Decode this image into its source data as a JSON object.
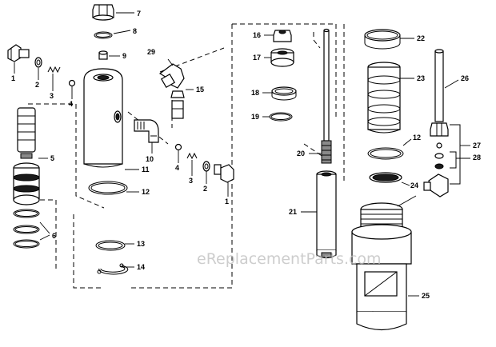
{
  "watermark": "eReplacementParts.com",
  "labels": {
    "n1a": "1",
    "n2a": "2",
    "n3a": "3",
    "n4a": "4",
    "n5": "5",
    "n6": "6",
    "n7": "7",
    "n8": "8",
    "n9": "9",
    "n29": "29",
    "n15": "15",
    "n10": "10",
    "n4b": "4",
    "n3b": "3",
    "n2b": "2",
    "n1b": "1",
    "n11": "11",
    "n12a": "12",
    "n13": "13",
    "n14": "14",
    "n16": "16",
    "n17": "17",
    "n18": "18",
    "n19": "19",
    "n20": "20",
    "n21": "21",
    "n22": "22",
    "n23": "23",
    "n26": "26",
    "n12b": "12",
    "n27": "27",
    "n28": "28",
    "n24": "24",
    "n25": "25"
  }
}
